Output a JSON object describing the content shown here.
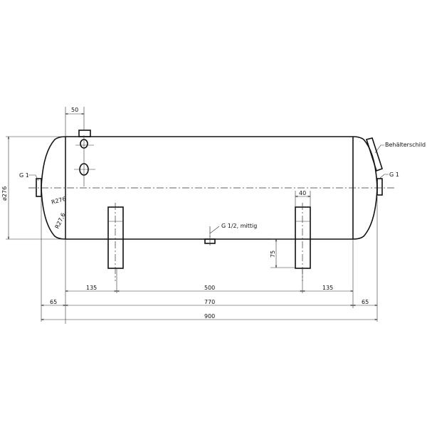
{
  "labels": {
    "nameplate": "Behälterschild",
    "inlet_left": "G 1",
    "inlet_right": "G 1",
    "drain": "G 1/2, mittig",
    "diameter": "ø276",
    "radius_large": "R276",
    "radius_small": "R27,6"
  },
  "dimensions": {
    "nozzle_offset": "50",
    "leg_width": "40",
    "leg_height": "75",
    "leg_left_offset": "135",
    "leg_spacing": "500",
    "leg_right_offset": "135",
    "head_left": "65",
    "shell_length": "770",
    "head_right": "65",
    "overall_length": "900"
  }
}
